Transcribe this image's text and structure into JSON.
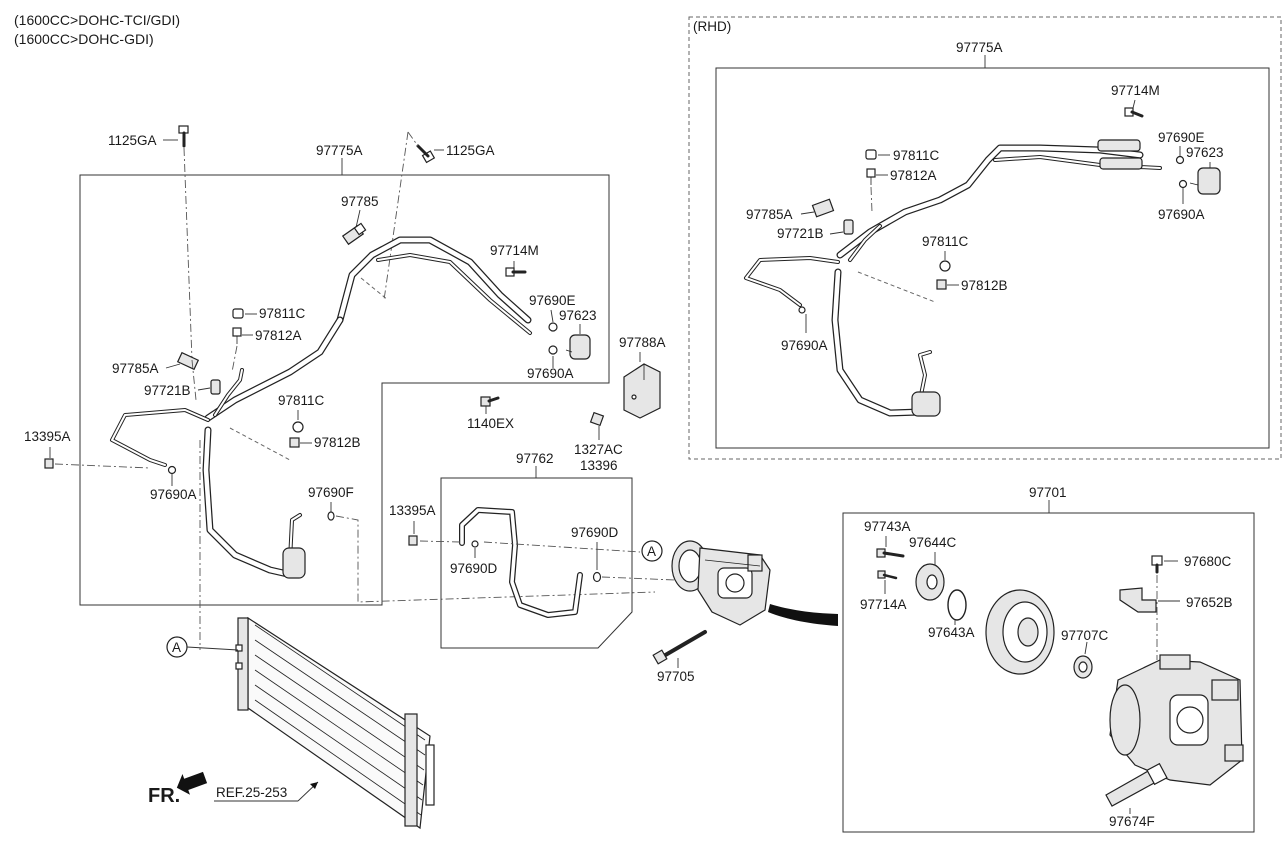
{
  "header": {
    "line1": "(1600CC>DOHC-TCI/GDI)",
    "line2": "(1600CC>DOHC-GDI)"
  },
  "rhd_label": "(RHD)",
  "labels": {
    "g1125a": "1125GA",
    "g1125b": "1125GA",
    "l97775a": "97775A",
    "l97785": "97785",
    "l97714m": "97714M",
    "l97690e": "97690E",
    "l97623": "97623",
    "l97690a_r": "97690A",
    "l97811c_a": "97811C",
    "l97812a": "97812A",
    "l97785a": "97785A",
    "l97721b": "97721B",
    "l97811c_b": "97811C",
    "l97812b": "97812B",
    "l13395a": "13395A",
    "l97690a_l": "97690A",
    "l97690f": "97690F",
    "l1140ex": "1140EX",
    "l97788a": "97788A",
    "l1327ac": "1327AC",
    "l13396": "13396",
    "l97762": "97762",
    "l13395a_b": "13395A",
    "l97690d_r": "97690D",
    "l97690d_l": "97690D",
    "l97705": "97705",
    "callout_a1": "A",
    "callout_a2": "A",
    "fr": "FR.",
    "ref": "REF.25-253",
    "rhd_97775a": "97775A",
    "rhd_97714m": "97714M",
    "rhd_97690e": "97690E",
    "rhd_97623": "97623",
    "rhd_97811c_a": "97811C",
    "rhd_97812a": "97812A",
    "rhd_97785a": "97785A",
    "rhd_97721b": "97721B",
    "rhd_97690a_r": "97690A",
    "rhd_97811c_b": "97811C",
    "rhd_97812b": "97812B",
    "rhd_97690a_l": "97690A",
    "l97701": "97701",
    "l97743a": "97743A",
    "l97644c": "97644C",
    "l97714a": "97714A",
    "l97643a": "97643A",
    "l97680c": "97680C",
    "l97652b": "97652B",
    "l97707c": "97707C",
    "l97674f": "97674F"
  }
}
